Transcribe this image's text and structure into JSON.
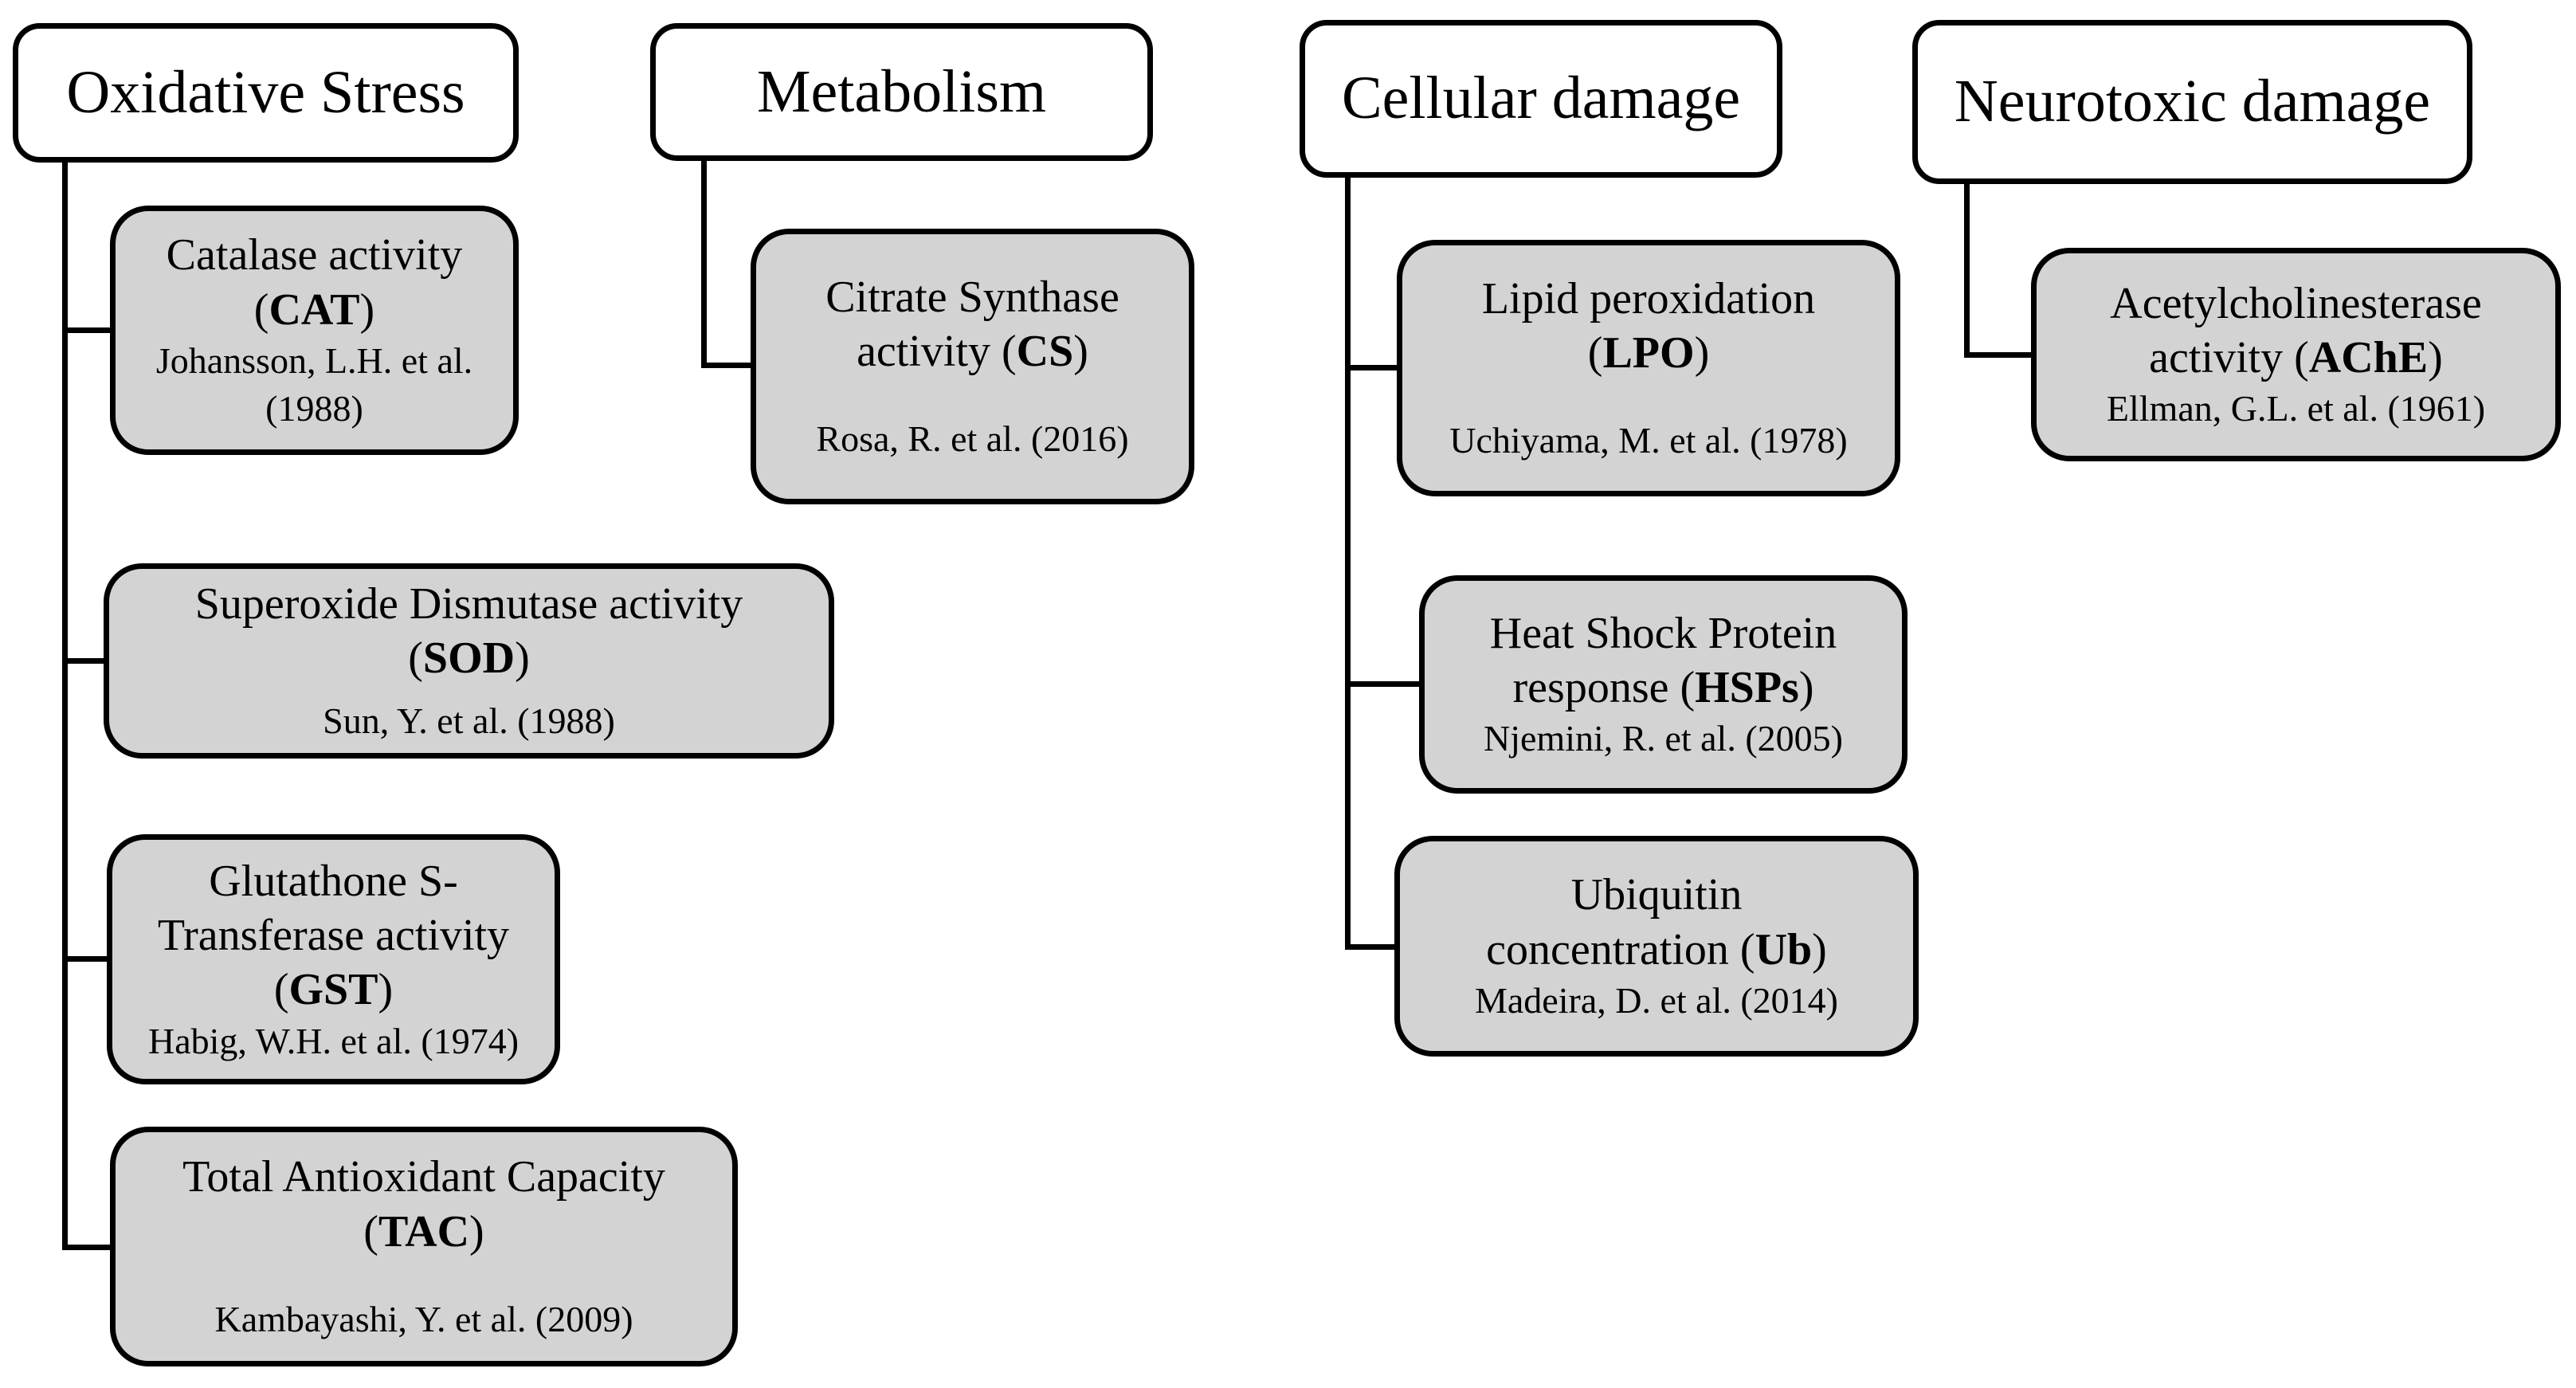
{
  "diagram": {
    "title": "Biomarker categories diagram",
    "colors": {
      "background": "#ffffff",
      "header_fill": "#ffffff",
      "child_fill": "#d3d3d3",
      "border": "#000000",
      "text": "#000000"
    },
    "columns": [
      {
        "id": "oxidative-stress",
        "header": "Oxidative Stress",
        "children": [
          {
            "id": "catalase-activity-cat",
            "lines": [
              {
                "text": "Catalase activity"
              },
              {
                "pre": "(",
                "abbr": "CAT",
                "post": ")"
              }
            ],
            "gap": false,
            "citation_lines": [
              "Johansson, L.H. et al.",
              "(1988)"
            ]
          },
          {
            "id": "superoxide-dismutase-activity-sod",
            "lines": [
              {
                "text": "Superoxide Dismutase activity"
              },
              {
                "pre": "(",
                "abbr": "SOD",
                "post": ")"
              }
            ],
            "gap": true,
            "citation_lines": [
              "Sun, Y. et al. (1988)"
            ]
          },
          {
            "id": "glutathone-s-transferase-activity-gst",
            "lines": [
              {
                "text": "Glutathone S-"
              },
              {
                "text": "Transferase activity"
              },
              {
                "pre": "(",
                "abbr": "GST",
                "post": ")"
              }
            ],
            "gap": false,
            "citation_lines": [
              "Habig, W.H. et al. (1974)"
            ]
          },
          {
            "id": "total-antioxidant-capacity-tac",
            "lines": [
              {
                "text": "Total Antioxidant Capacity"
              },
              {
                "pre": "(",
                "abbr": "TAC",
                "post": ")"
              }
            ],
            "gap": true,
            "citation_lines": [
              "Kambayashi, Y. et al. (2009)"
            ]
          }
        ]
      },
      {
        "id": "metabolism",
        "header": "Metabolism",
        "children": [
          {
            "id": "citrate-synthase-activity-cs",
            "lines": [
              {
                "text": "Citrate Synthase"
              },
              {
                "pre": "activity (",
                "abbr": "CS",
                "post": ")"
              }
            ],
            "gap": true,
            "citation_lines": [
              "Rosa, R. et al. (2016)"
            ]
          }
        ]
      },
      {
        "id": "cellular-damage",
        "header": "Cellular damage",
        "children": [
          {
            "id": "lipid-peroxidation-lpo",
            "lines": [
              {
                "text": "Lipid peroxidation"
              },
              {
                "pre": "(",
                "abbr": "LPO",
                "post": ")"
              }
            ],
            "gap": true,
            "citation_lines": [
              "Uchiyama, M. et al. (1978)"
            ]
          },
          {
            "id": "heat-shock-protein-response-hsps",
            "lines": [
              {
                "text": "Heat Shock Protein"
              },
              {
                "pre": "response (",
                "abbr": "HSPs",
                "post": ")"
              }
            ],
            "gap": false,
            "citation_lines": [
              "Njemini, R. et al. (2005)"
            ]
          },
          {
            "id": "ubiquitin-concentration-ub",
            "lines": [
              {
                "text": "Ubiquitin"
              },
              {
                "pre": "concentration (",
                "abbr": "Ub",
                "post": ")"
              }
            ],
            "gap": false,
            "citation_lines": [
              "Madeira, D. et al. (2014)"
            ]
          }
        ]
      },
      {
        "id": "neurotoxic-damage",
        "header": "Neurotoxic damage",
        "children": [
          {
            "id": "acetylcholinesterase-activity-ache",
            "lines": [
              {
                "text": "Acetylcholinesterase"
              },
              {
                "pre": "activity (",
                "abbr": "AChE",
                "post": ")"
              }
            ],
            "gap": false,
            "citation_lines": [
              "Ellman, G.L. et al. (1961)"
            ]
          }
        ]
      }
    ]
  }
}
